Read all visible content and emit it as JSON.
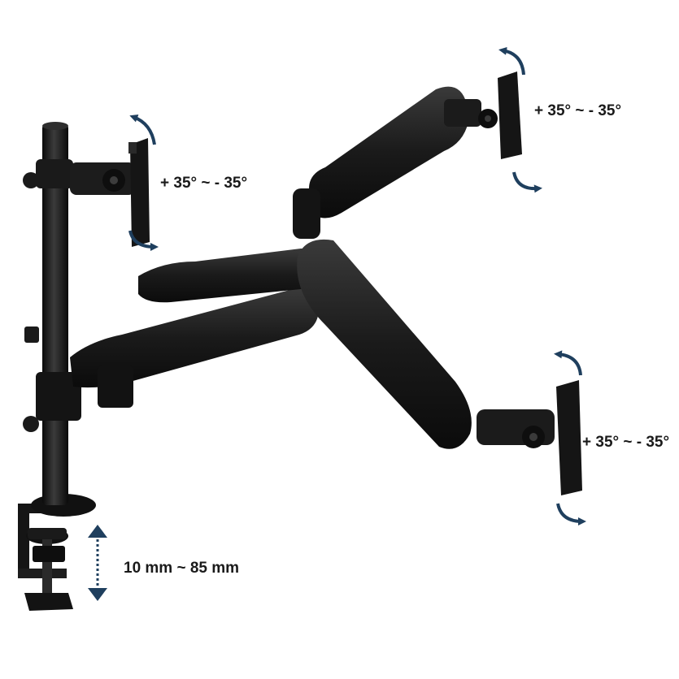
{
  "annotations": {
    "left_monitor_tilt": "+ 35° ~ - 35°",
    "top_right_monitor_tilt": "+ 35° ~ - 35°",
    "bottom_right_monitor_tilt": "+ 35° ~ - 35°",
    "clamp_range": "10 mm ~ 85 mm"
  },
  "colors": {
    "arrow": "#1f3f5e",
    "metal": "#161616",
    "highlight": "#3a3a3a",
    "background": "#ffffff"
  }
}
